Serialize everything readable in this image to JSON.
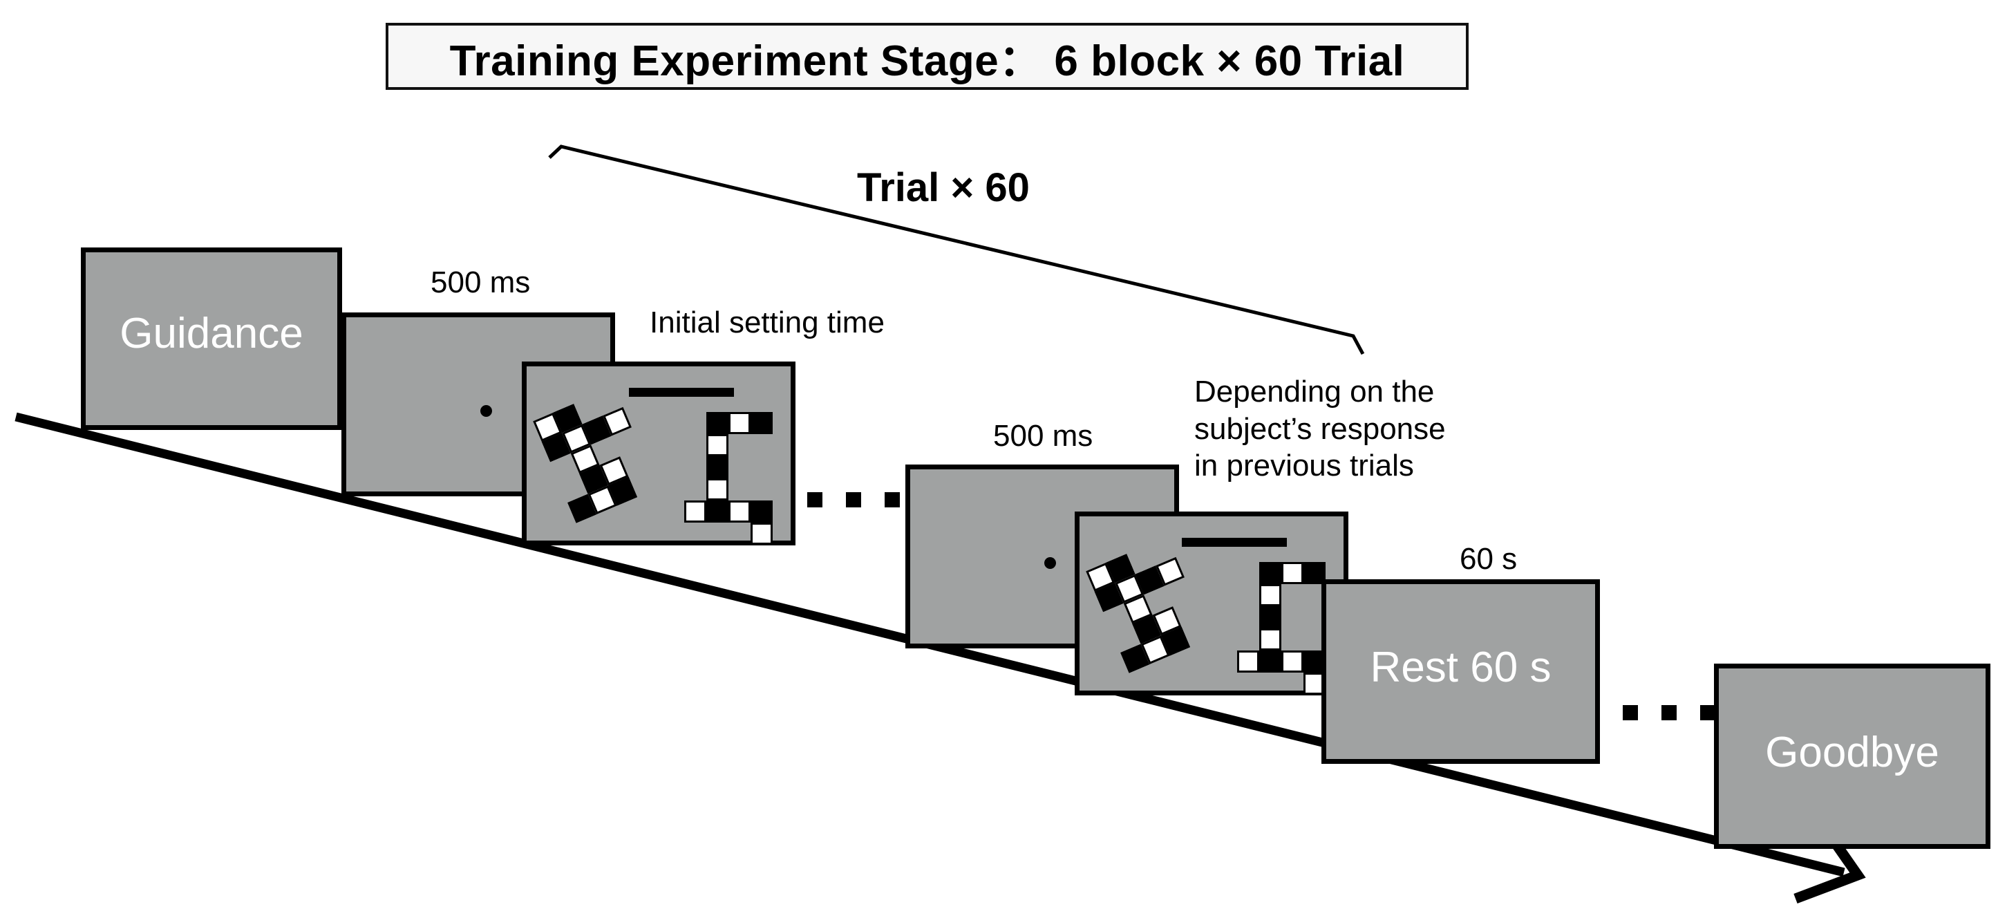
{
  "title": {
    "text": "Training Experiment Stage： 6 block × 60 Trial"
  },
  "bracket": {
    "label": "Trial × 60"
  },
  "captions": {
    "first_fixation_duration": "500 ms",
    "initial_setting_time": "Initial setting time",
    "second_fixation_duration": "500 ms",
    "response_note_line1": "Depending on the",
    "response_note_line2": "subject’s response",
    "response_note_line3": "in previous trials",
    "rest_duration": "60 s"
  },
  "panels": {
    "guidance": {
      "label": "Guidance"
    },
    "fixation_1": {
      "label": ""
    },
    "stimulus_1": {
      "label": ""
    },
    "fixation_2": {
      "label": ""
    },
    "stimulus_2": {
      "label": ""
    },
    "rest": {
      "label": "Rest 60 s"
    },
    "goodbye": {
      "label": "Goodbye"
    }
  },
  "colors": {
    "panel_fill": "#a0a2a2",
    "panel_border": "#000000",
    "panel_text": "#ffffff",
    "title_fill": "#f7f7f7",
    "ink": "#000000",
    "page": "#ffffff"
  },
  "stimulus_figures": {
    "left_rotation_deg": -23,
    "right_rotation_deg": 0,
    "cell_pattern": [
      "white",
      "black",
      "black",
      "white",
      "black",
      "white",
      "black",
      "white",
      "black",
      "white",
      "black"
    ]
  }
}
